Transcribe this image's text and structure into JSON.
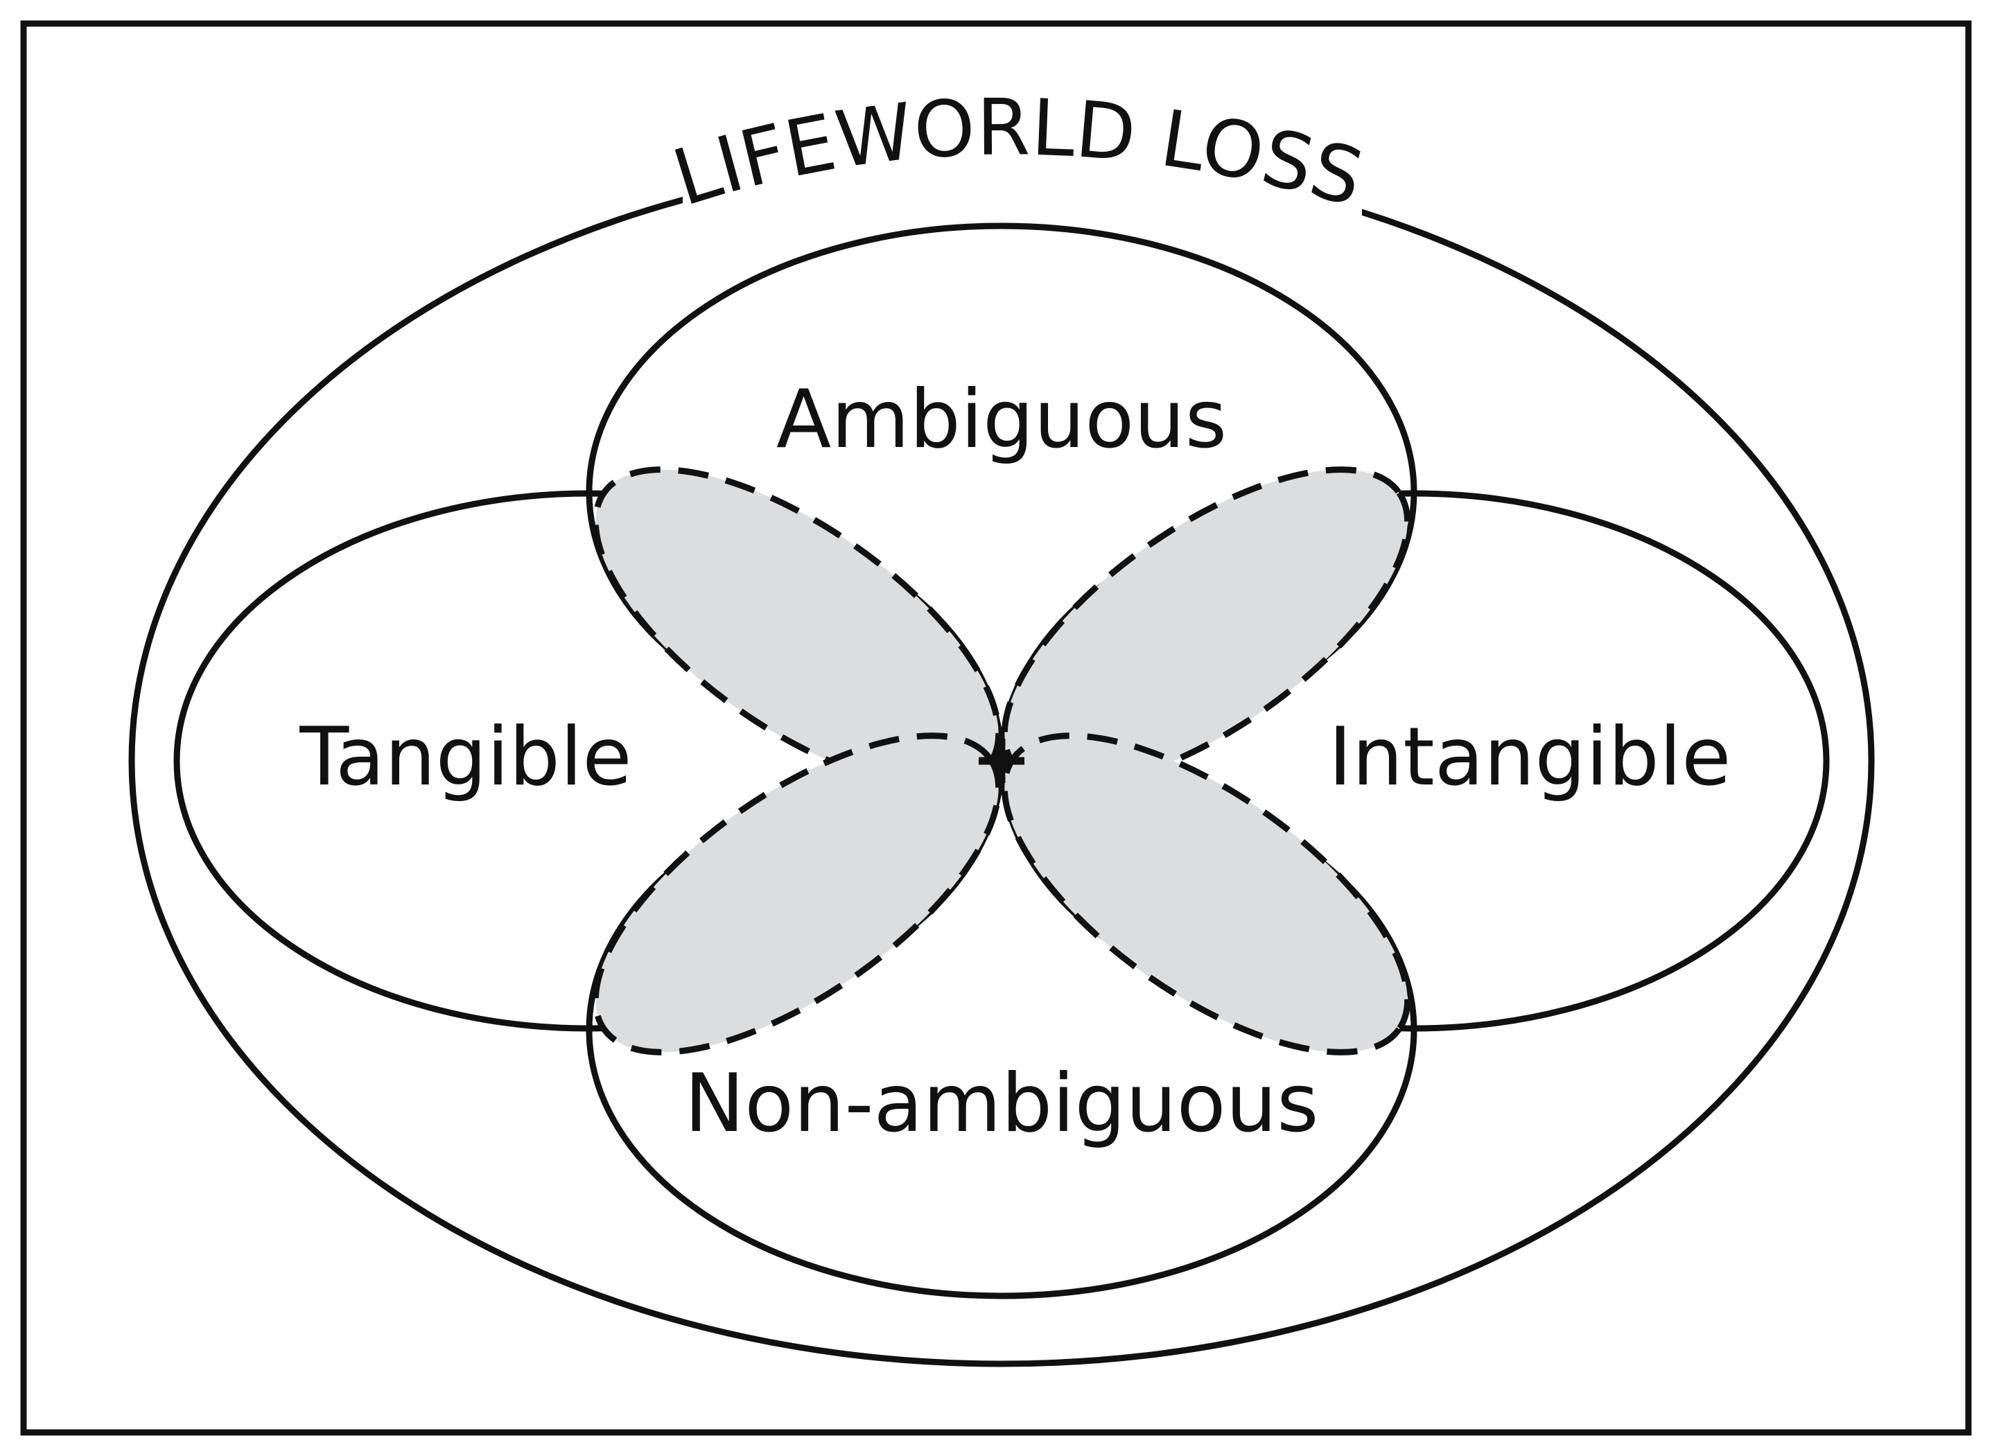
{
  "diagram": {
    "title": "LIFEWORLD LOSS",
    "categories": {
      "top": "Ambiguous",
      "bottom": "Non-ambiguous",
      "left": "Tangible",
      "right": "Intangible"
    },
    "center_marker": "+",
    "colors": {
      "stroke": "#111111",
      "overlap_fill": "#dcdddf",
      "background": "#ffffff"
    }
  }
}
